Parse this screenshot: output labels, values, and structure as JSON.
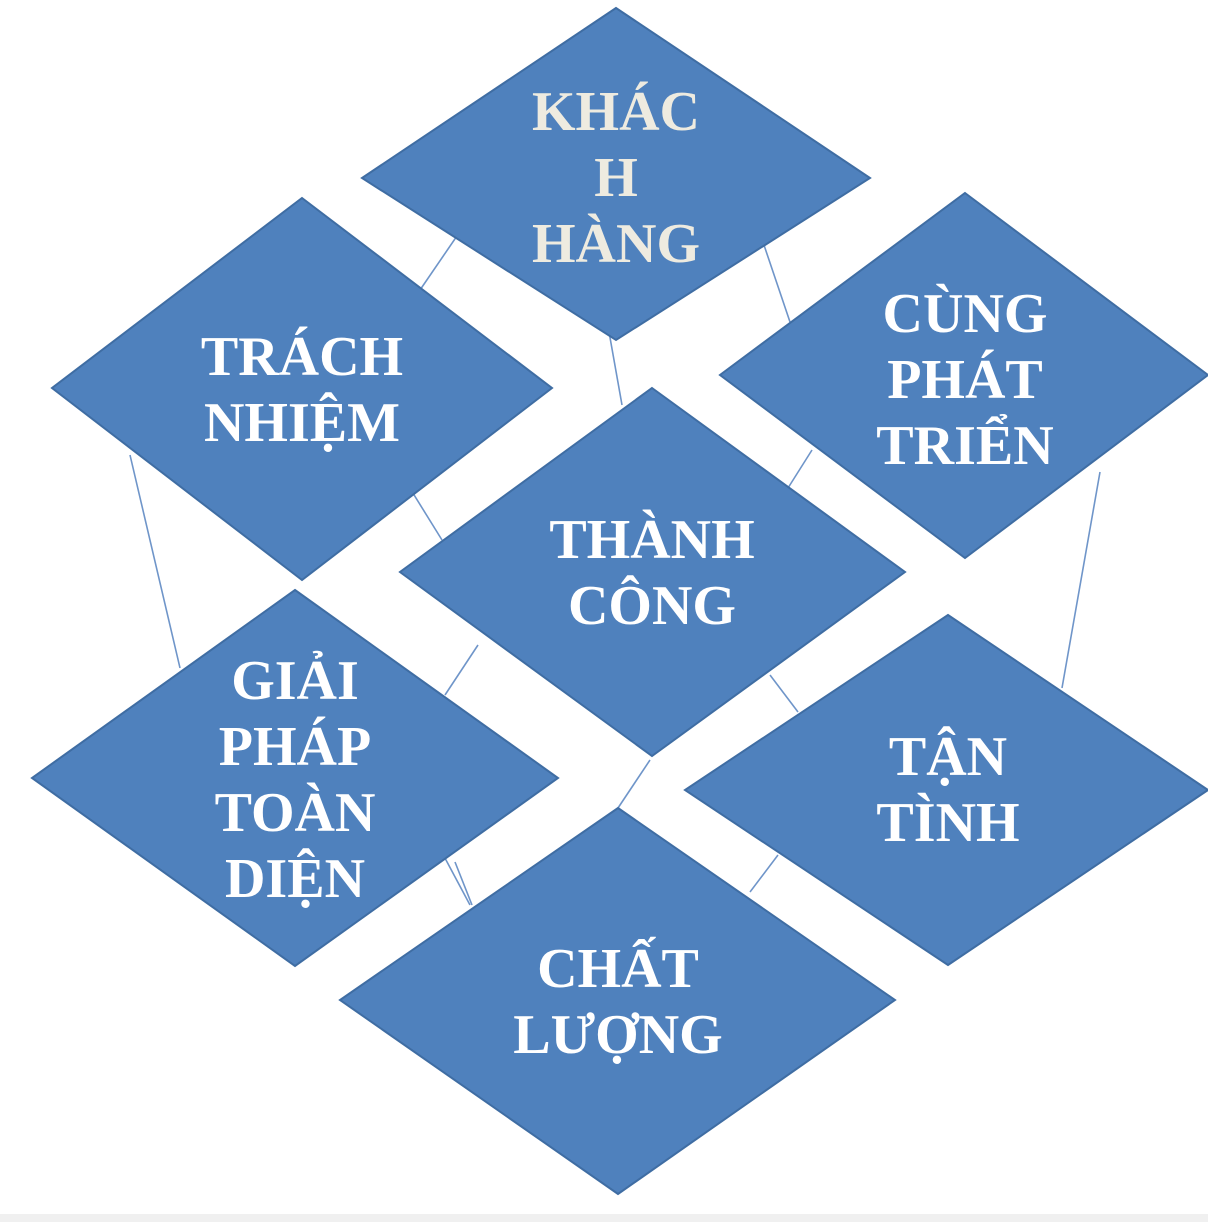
{
  "colors": {
    "diamond_fill": "#4f81bd",
    "connector": "#6f95c9",
    "text_primary": "#ffffff",
    "text_top": "#eeebe0"
  },
  "nodes": {
    "khach_hang": {
      "lines": [
        "KHÁC",
        "H",
        "HÀNG"
      ]
    },
    "trach_nhiem": {
      "lines": [
        "TRÁCH",
        "NHIỆM"
      ]
    },
    "cung_phat_trien": {
      "lines": [
        "CÙNG",
        "PHÁT",
        "TRIỂN"
      ]
    },
    "thanh_cong": {
      "lines": [
        "THÀNH",
        "CÔNG"
      ]
    },
    "giai_phap": {
      "lines": [
        "GIẢI",
        "PHÁP",
        "TOÀN",
        "DIỆN"
      ]
    },
    "tan_tinh": {
      "lines": [
        "TẬN",
        "TÌNH"
      ]
    },
    "chat_luong": {
      "lines": [
        "CHẤT",
        "LƯỢNG"
      ]
    }
  }
}
